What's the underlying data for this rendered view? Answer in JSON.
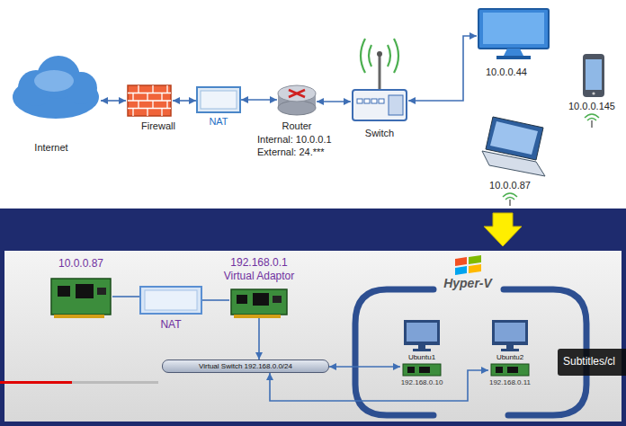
{
  "diagram": {
    "nodes": [
      {
        "text": [
          "Internet"
        ]
      },
      {
        "text": [
          "Firewall"
        ]
      },
      {
        "text": [
          "NAT"
        ]
      },
      {
        "text": [
          "Router",
          "Internal: 10.0.0.1",
          "External: 24.***"
        ]
      },
      {
        "text": [
          "Switch"
        ]
      },
      {
        "text": [
          "10.0.0.44"
        ]
      },
      {
        "text": [
          "10.0.0.145"
        ]
      },
      {
        "text": [
          "10.0.0.87"
        ]
      },
      {
        "text": [
          "10.0.0.87"
        ]
      },
      {
        "text": [
          "NAT"
        ]
      },
      {
        "text": [
          "192.168.0.1",
          "Virtual Adaptor"
        ]
      },
      {
        "text": [
          "Hyper-V"
        ]
      },
      {
        "text": [
          "Virtual Switch 192.168.0.0/24"
        ]
      },
      {
        "text": [
          "Ubuntu1",
          "192.168.0.10"
        ],
        "in": 11
      },
      {
        "text": [
          "Ubuntu2",
          "192.168.0.11"
        ],
        "in": 11
      }
    ],
    "edges": [
      {
        "from": 0,
        "to": 1,
        "arrow": "both"
      },
      {
        "from": 1,
        "to": 2,
        "arrow": "both"
      },
      {
        "from": 2,
        "to": 3,
        "arrow": "both"
      },
      {
        "from": 3,
        "to": 4,
        "arrow": "both"
      },
      {
        "from": 4,
        "to": 5,
        "arrow": "both"
      },
      {
        "from": 8,
        "to": 9,
        "arrow": "none"
      },
      {
        "from": 9,
        "to": 10,
        "arrow": "none"
      },
      {
        "from": 10,
        "to": 12,
        "arrow": "to"
      },
      {
        "from": 12,
        "to": 13,
        "arrow": "both"
      },
      {
        "from": 12,
        "to": 14,
        "arrow": "both"
      }
    ],
    "labels": [
      "Subtitles/cl"
    ]
  }
}
